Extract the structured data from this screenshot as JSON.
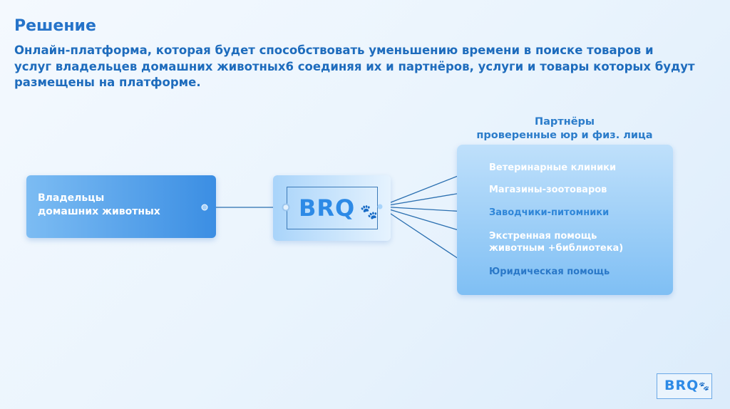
{
  "title": "Решение",
  "description": [
    "Онлайн-платформа,  которая будет способствовать уменьшению времени в поиске товаров и",
    "услуг владельцев домашних животных6 соединяя их и партнёров, услуги и товары которых будут",
    "размещены на платформе."
  ],
  "owners": [
    "Владельцы",
    "домашних животных"
  ],
  "logo": "BRQ",
  "partners": {
    "title": [
      "Партнёры",
      "проверенные юр и физ. лица"
    ],
    "items": [
      [
        "Ветеринарные клиники"
      ],
      [
        "Магазины-зоотоваров"
      ],
      [
        "Заводчики-питомники"
      ],
      [
        "Экстренная помощь",
        "животным +библиотека)"
      ],
      [
        "Юридическая помощь"
      ]
    ]
  },
  "colors": {
    "accent": "#2573c9",
    "line": "#2a6fb0"
  }
}
